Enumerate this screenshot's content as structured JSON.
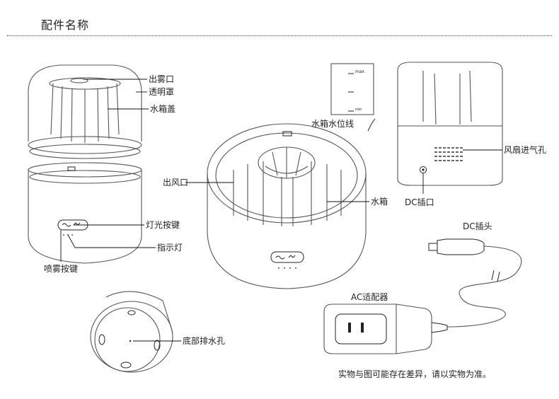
{
  "header": {
    "title": "配件名称"
  },
  "labels": {
    "mist_outlet": "出雾口",
    "transparent_cover": "透明罩",
    "tank_lid": "水箱盖",
    "light_button": "灯光按键",
    "indicator": "指示灯",
    "spray_button": "喷雾按键",
    "water_level_line": "水箱水位线",
    "air_outlet": "出风口",
    "water_tank": "水箱",
    "fan_air_inlet": "风扇进气孔",
    "dc_socket": "DC插口",
    "dc_plug": "DC插头",
    "ac_adapter": "AC适配器",
    "drain_hole": "底部排水孔"
  },
  "level_marks": {
    "max": "max",
    "min": "min"
  },
  "footer": {
    "disclaimer": "实物与图可能存在差异，请以实物为准。"
  }
}
